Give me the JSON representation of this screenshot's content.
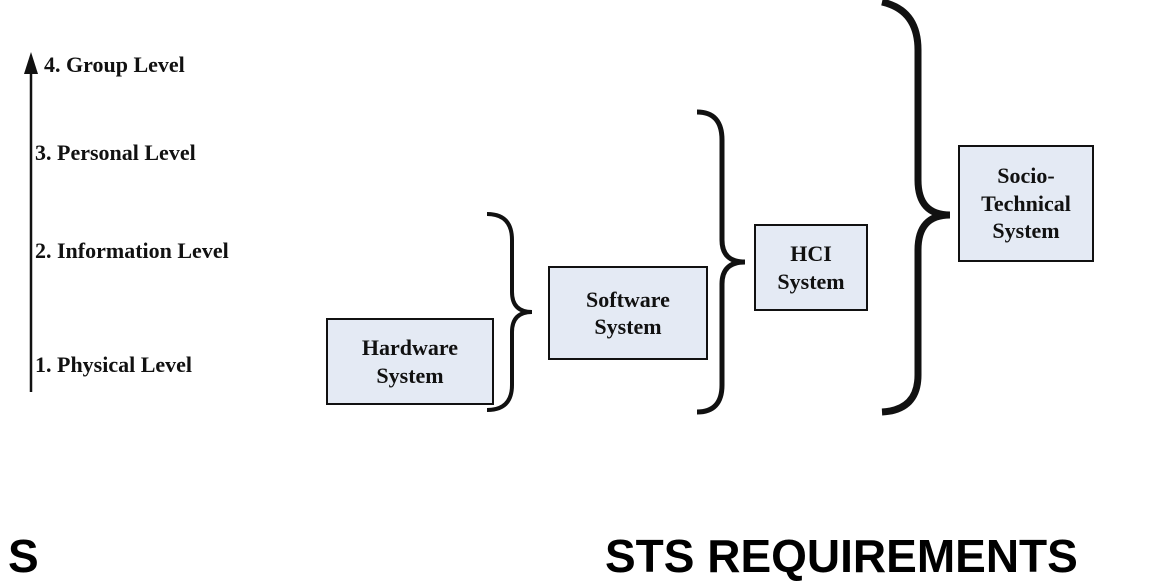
{
  "levels": [
    "4. Group Level",
    "3. Personal Level",
    "2. Information Level",
    "1. Physical Level"
  ],
  "systems": {
    "hardware": [
      "Hardware",
      "System"
    ],
    "software": [
      "Software",
      "System"
    ],
    "hci": [
      "HCI",
      "System"
    ],
    "socio": [
      "Socio-",
      "Technical",
      "System"
    ]
  },
  "footer": {
    "left_fragment": "S",
    "heading": "STS REQUIREMENTS"
  },
  "colors": {
    "box_fill": "#e4eaf4",
    "stroke": "#111111"
  }
}
